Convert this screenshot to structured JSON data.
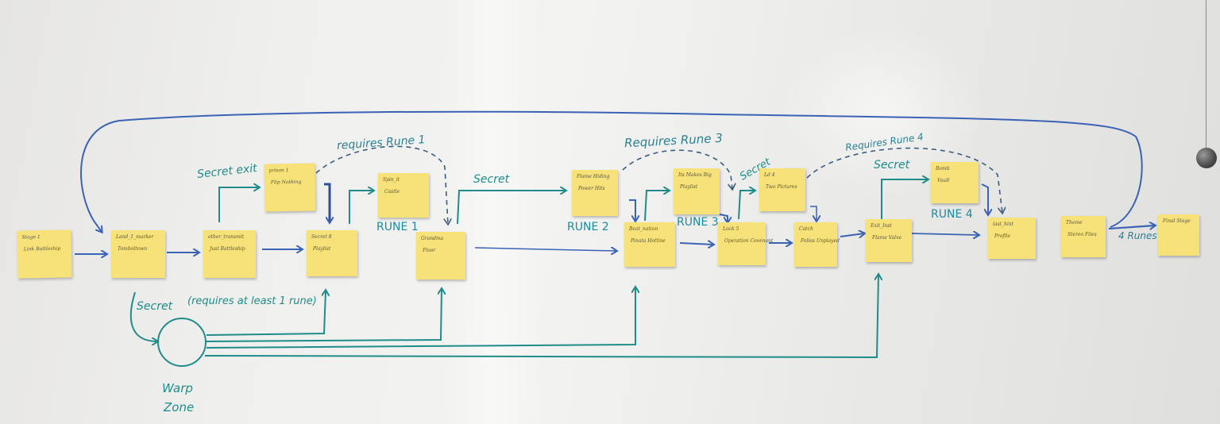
{
  "notes": [
    {
      "id": "n1",
      "l1": "Stage 1",
      "l2": "Link Battleship"
    },
    {
      "id": "n2",
      "l1": "Land_1_marker",
      "l2": "Tomboltown"
    },
    {
      "id": "n3",
      "l1": "other_transmit",
      "l2": "Just Battleship"
    },
    {
      "id": "n4",
      "l1": "prison 1",
      "l2": "Flip Nothing"
    },
    {
      "id": "n5",
      "l1": "Secret 8",
      "l2": "Playlist"
    },
    {
      "id": "n6",
      "l1": "Spin_it",
      "l2": "Castle"
    },
    {
      "id": "n7",
      "l1": "Grandma",
      "l2": "Floor"
    },
    {
      "id": "n8",
      "l1": "Flame Hiding",
      "l2": "Power Hits"
    },
    {
      "id": "n9",
      "l1": "Beat_nation",
      "l2": "Pinata Hotline"
    },
    {
      "id": "n10",
      "l1": "Its Makes Big",
      "l2": "Playlist"
    },
    {
      "id": "n11",
      "l1": "Lock 5",
      "l2": "Operation Covenant"
    },
    {
      "id": "n12",
      "l1": "Ld 4",
      "l2": "Two Pictures"
    },
    {
      "id": "n13",
      "l1": "Catch",
      "l2": "Folios Unplayed"
    },
    {
      "id": "n14",
      "l1": "Exit_Inst",
      "l2": "Flame Valve"
    },
    {
      "id": "n15",
      "l1": "Bomb",
      "l2": "Vault"
    },
    {
      "id": "n16",
      "l1": "last_hint",
      "l2": "Profile"
    },
    {
      "id": "n17",
      "l1": "Theme",
      "l2": "Stereo Files"
    },
    {
      "id": "n18",
      "l1": "Final Stage",
      "l2": ""
    }
  ],
  "labels": {
    "secret_exit": "Secret exit",
    "requires_rune_1": "requires Rune 1",
    "secret_a": "Secret",
    "requires_rune_3": "Requires Rune 3",
    "secret_b": "Secret",
    "requires_rune_4": "Requires Rune 4",
    "secret_c": "Secret",
    "secret_warp": "Secret",
    "requires_at_least": "(requires at least 1 rune)",
    "warp": "Warp",
    "zone": "Zone",
    "four_runes": "4 Runes"
  },
  "runes": {
    "rune1": "RUNE 1",
    "rune2": "RUNE 2",
    "rune3": "RUNE 3",
    "rune4": "RUNE 4"
  },
  "colors": {
    "note": "#f7e27a",
    "teal_marker": "#1f8c8a",
    "blue_marker": "#3b63b5",
    "dashed_marker": "#3a5d80"
  }
}
